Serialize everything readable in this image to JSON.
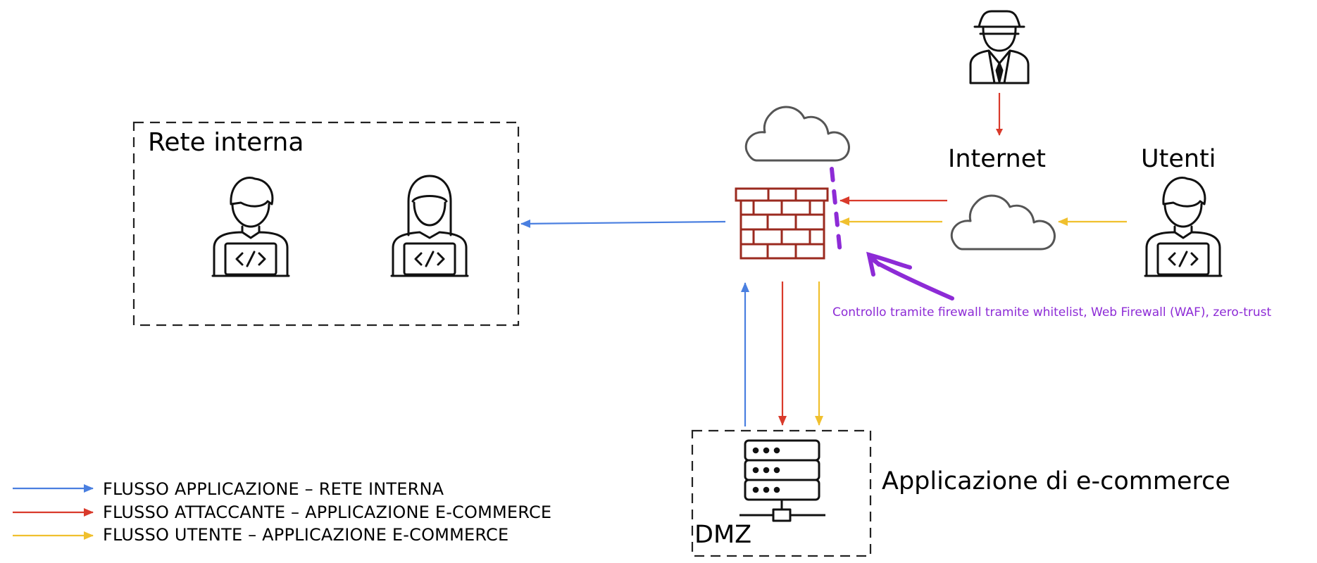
{
  "zones": {
    "internal": {
      "label": "Rete interna"
    },
    "dmz": {
      "label": "DMZ",
      "app_label": "Applicazione di e-commerce"
    }
  },
  "nodes": {
    "internet": {
      "label": "Internet"
    },
    "users": {
      "label": "Utenti"
    }
  },
  "annotation": {
    "text": "Controllo tramite firewall tramite whitelist, Web Firewall (WAF), zero-trust",
    "color": "#8d2bd6"
  },
  "legend": [
    {
      "label": "FLUSSO APPLICAZIONE – RETE INTERNA",
      "color": "#4a7fe0"
    },
    {
      "label": "FLUSSO ATTACCANTE – APPLICAZIONE E-COMMERCE",
      "color": "#d93a2b"
    },
    {
      "label": "FLUSSO UTENTE – APPLICAZIONE E-COMMERCE",
      "color": "#f0c02e"
    }
  ],
  "colors": {
    "blue": "#4a7fe0",
    "red": "#d93a2b",
    "yellow": "#f0c02e",
    "firewall": "#9b2a1f",
    "cloud": "#555555",
    "icon": "#111111"
  }
}
